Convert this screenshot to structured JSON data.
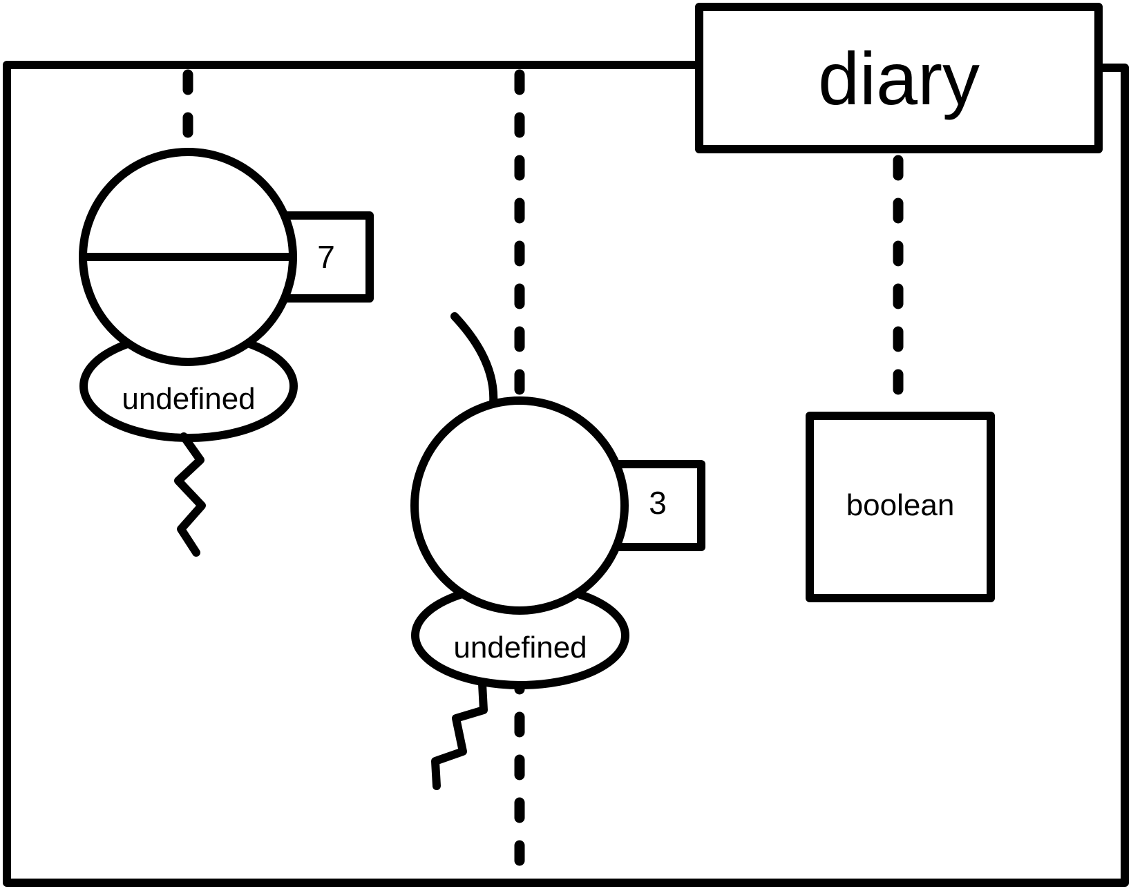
{
  "diagram": {
    "title": "diary",
    "nodes": [
      {
        "id": "node-a",
        "badge": "7",
        "label": "undefined",
        "has_divider": true
      },
      {
        "id": "node-b",
        "badge": "3",
        "label": "undefined",
        "has_divider": false
      }
    ],
    "type_box": {
      "label": "boolean"
    }
  },
  "colors": {
    "stroke": "#000000",
    "background": "#ffffff"
  }
}
